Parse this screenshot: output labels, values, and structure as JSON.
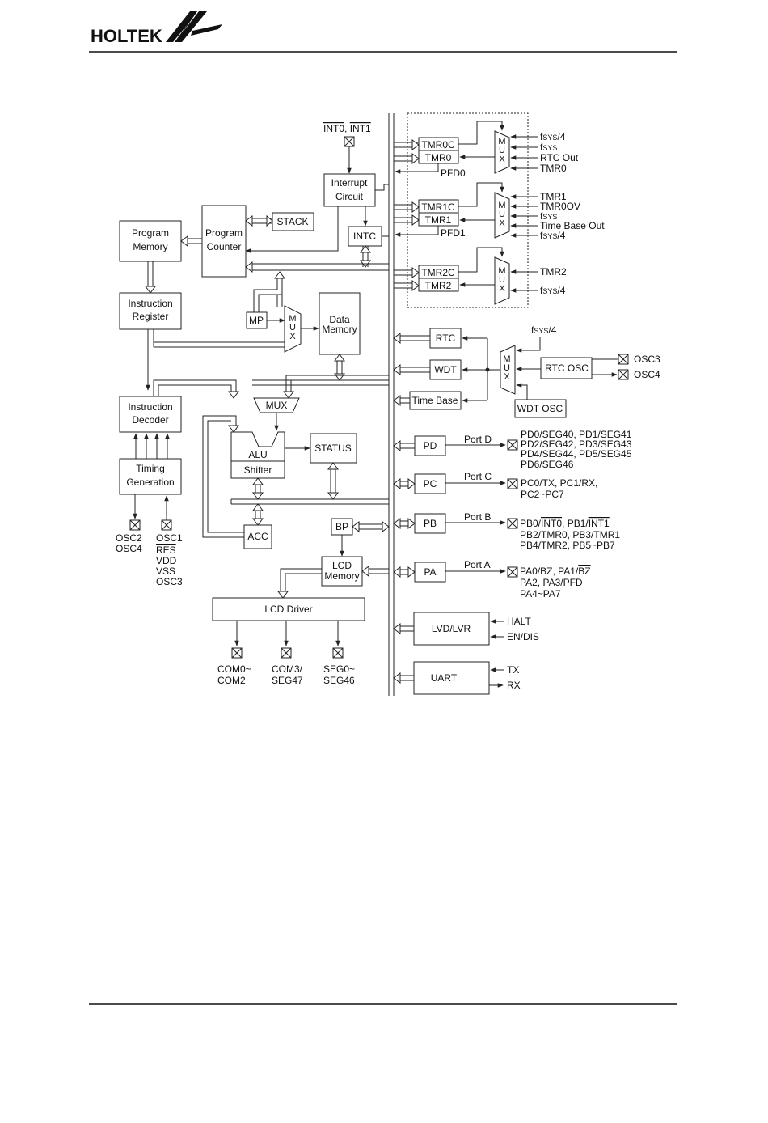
{
  "header": {
    "brand": "HOLTEK"
  },
  "blocks": {
    "int_label_a": "INT0",
    "int_label_sep": ", ",
    "int_label_b": "INT1",
    "interrupt_1": "Interrupt",
    "interrupt_2": "Circuit",
    "intc": "INTC",
    "stack": "STACK",
    "program_memory_1": "Program",
    "program_memory_2": "Memory",
    "program_counter_1": "Program",
    "program_counter_2": "Counter",
    "instruction_register_1": "Instruction",
    "instruction_register_2": "Register",
    "mp": "MP",
    "mux_letters": [
      "M",
      "U",
      "X"
    ],
    "data_memory_1": "Data",
    "data_memory_2": "Memory",
    "instruction_decoder_1": "Instruction",
    "instruction_decoder_2": "Decoder",
    "timing_1": "Timing",
    "timing_2": "Generation",
    "mux": "MUX",
    "alu": "ALU",
    "shifter": "Shifter",
    "status": "STATUS",
    "acc": "ACC",
    "bp": "BP",
    "lcd_memory_1": "LCD",
    "lcd_memory_2": "Memory",
    "lcd_driver": "LCD Driver",
    "tmr0c": "TMR0C",
    "tmr0": "TMR0",
    "pfd0": "PFD0",
    "tmr1c": "TMR1C",
    "tmr1": "TMR1",
    "pfd1": "PFD1",
    "tmr2c": "TMR2C",
    "tmr2": "TMR2",
    "rtc": "RTC",
    "wdt": "WDT",
    "time_base": "Time Base",
    "rtc_osc": "RTC OSC",
    "wdt_osc": "WDT OSC",
    "pd": "PD",
    "pc": "PC",
    "pb": "PB",
    "pa": "PA",
    "lvd_lvr": "LVD/LVR",
    "uart": "UART"
  },
  "pins": {
    "osc2": "OSC2",
    "osc4_left": "OSC4",
    "osc1": "OSC1",
    "res": "RES",
    "vdd": "VDD",
    "vss": "VSS",
    "osc3_left": "OSC3",
    "com0_1": "COM0~",
    "com0_2": "COM2",
    "com3_1": "COM3/",
    "com3_2": "SEG47",
    "seg0_1": "SEG0~",
    "seg0_2": "SEG46",
    "osc3_right": "OSC3",
    "osc4_right": "OSC4",
    "halt": "HALT",
    "en_dis": "EN/DIS",
    "tx": "TX",
    "rx": "RX"
  },
  "timer_inputs": {
    "t0_fsys4": "/4",
    "t0_fsys": "",
    "f_prefix": "f",
    "sys_sub": "SYS",
    "rtc_out": "RTC Out",
    "tmr0": "TMR0",
    "tmr1": "TMR1",
    "tmr0ov": "TMR0OV",
    "time_base_out": "Time Base Out",
    "t1_fsys4": "/4",
    "tmr2": "TMR2",
    "t2_fsys4": "/4",
    "rtc_fsys4": "/4"
  },
  "ports": {
    "port_d": "Port D",
    "pd_1": "PD0/SEG40, PD1/SEG41",
    "pd_2": "PD2/SEG42, PD3/SEG43",
    "pd_3": "PD4/SEG44, PD5/SEG45",
    "pd_4": "PD6/SEG46",
    "port_c": "Port C",
    "pc_1": "PC0/TX, PC1/RX,",
    "pc_2": "PC2~PC7",
    "port_b": "Port B",
    "pb_1a": "PB0/",
    "pb_1b": "INT0",
    "pb_1c": ", PB1/",
    "pb_1d": "INT1",
    "pb_2": "PB2/TMR0, PB3/TMR1",
    "pb_3": "PB4/TMR2, PB5~PB7",
    "port_a": "Port A",
    "pa_1a": "PA0/BZ, PA1/",
    "pa_1b": "BZ",
    "pa_2": "PA2, PA3/PFD",
    "pa_3": "PA4~PA7"
  }
}
